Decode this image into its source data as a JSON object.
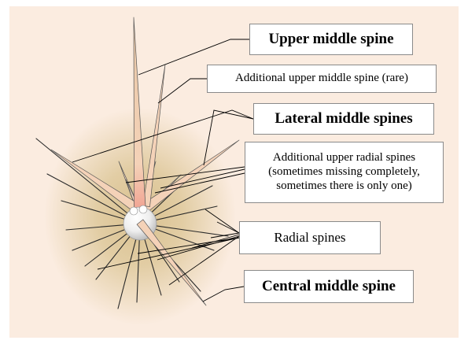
{
  "labels": {
    "upper_middle_spine": "Upper middle spine",
    "additional_upper_middle_spine": "Additional upper middle spine (rare)",
    "lateral_middle_spines": "Lateral middle spines",
    "additional_upper_radial_line1": "Additional upper radial spines",
    "additional_upper_radial_line2": "(sometimes missing completely,",
    "additional_upper_radial_line3": "sometimes there is only one)",
    "radial_spines": "Radial spines",
    "central_middle_spine": "Central middle spine"
  },
  "colors": {
    "panel_background": "#fbece0",
    "body_center": "#d8c08f",
    "body_edge": "#fbece0",
    "spine_fill": "#f4d2b8",
    "spine_outline": "#555555",
    "spine_base_tint": "#f0a090",
    "areole": "#e4e4e4",
    "leader_line": "#000000",
    "label_border": "#8a8a8a"
  }
}
